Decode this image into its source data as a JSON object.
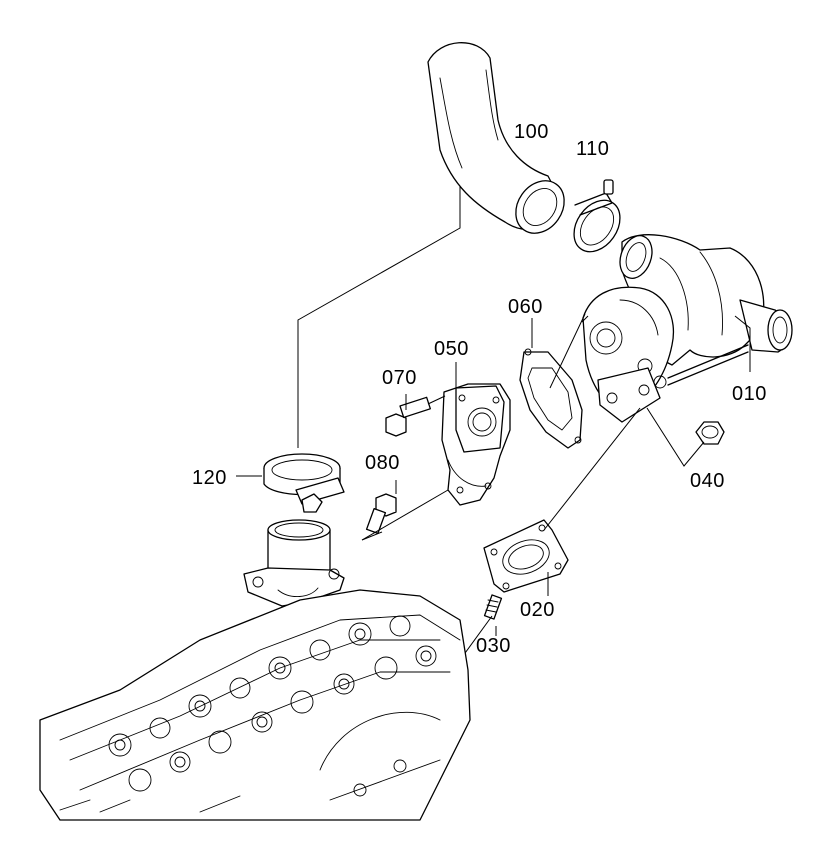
{
  "parts": [
    {
      "id": "p010",
      "label": "010"
    },
    {
      "id": "p020",
      "label": "020"
    },
    {
      "id": "p030",
      "label": "030"
    },
    {
      "id": "p040",
      "label": "040"
    },
    {
      "id": "p050",
      "label": "050"
    },
    {
      "id": "p060",
      "label": "060"
    },
    {
      "id": "p070",
      "label": "070"
    },
    {
      "id": "p080",
      "label": "080"
    },
    {
      "id": "p100",
      "label": "100"
    },
    {
      "id": "p110",
      "label": "110"
    },
    {
      "id": "p120",
      "label": "120"
    }
  ]
}
